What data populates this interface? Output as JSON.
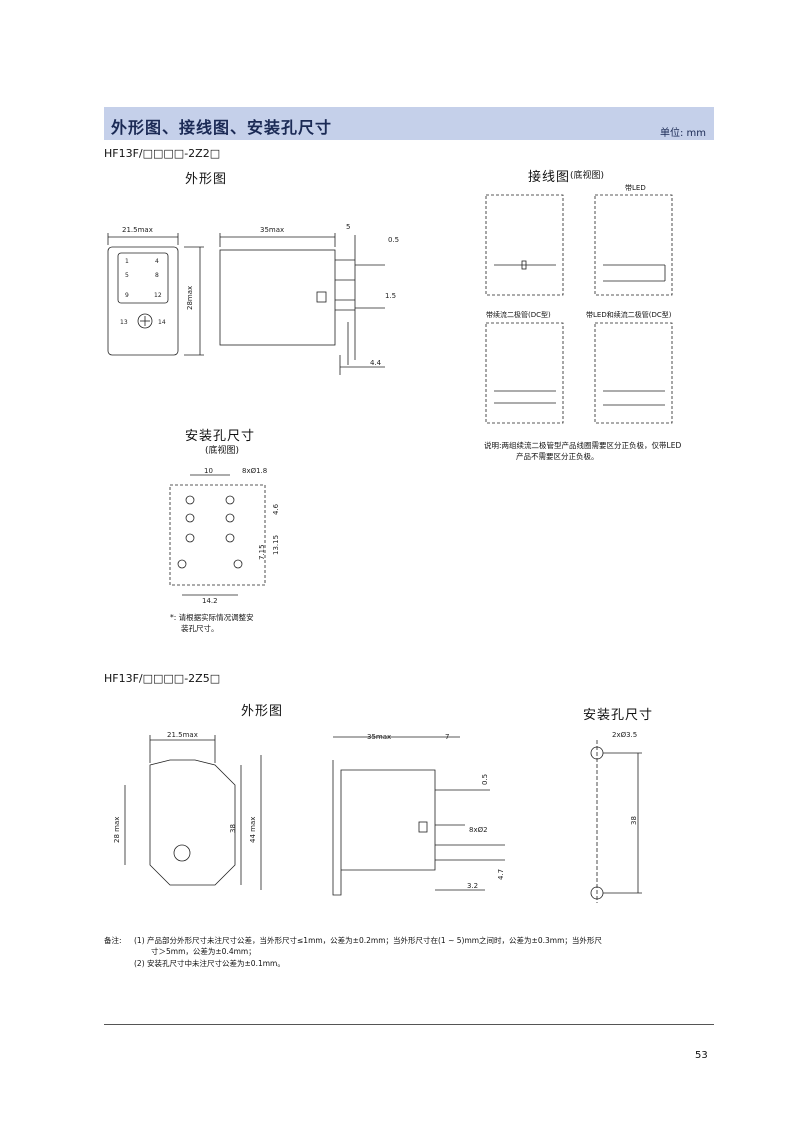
{
  "header": {
    "title": "外形图、接线图、安装孔尺寸",
    "unit": "单位: mm"
  },
  "section1": {
    "model": "HF13F/□□□□-2Z2□",
    "outline_title": "外形图",
    "wiring_title": "接线图",
    "wiring_sub": "(底视图)",
    "wiring_labels": [
      "带LED",
      "带续流二极管(DC型)",
      "带LED和续流二极管(DC型)"
    ],
    "wiring_note_1": "说明:两组续流二极管型产品线圈需要区分正负极，仅带LED",
    "wiring_note_2": "产品不需要区分正负极。",
    "mount_title": "安装孔尺寸",
    "mount_sub": "(底视图)",
    "mount_note_1": "*: 请根据实际情况调整安",
    "mount_note_2": "装孔尺寸。",
    "dims": {
      "w": "21.5max",
      "h": "28max",
      "len": "35max",
      "d5": "5",
      "d05": "0.5",
      "d15": "1.5",
      "d44": "4.4",
      "m10": "10",
      "mhole": "8xØ1.8",
      "m46": "4.6",
      "m1315": "13.15",
      "m715": "7.15",
      "m142": "14.2"
    },
    "pins": [
      "1",
      "4",
      "5",
      "8",
      "9",
      "12",
      "13",
      "14"
    ]
  },
  "section2": {
    "model": "HF13F/□□□□-2Z5□",
    "outline_title": "外形图",
    "mount_title": "安装孔尺寸",
    "dims": {
      "w": "21.5max",
      "h28": "28 max",
      "h38": "38",
      "h44": "44 max",
      "len": "35max",
      "d7": "7",
      "d05": "0.5",
      "pin": "8xØ2",
      "d32": "3.2",
      "d47": "4.7",
      "hole": "2xØ3.5",
      "m38": "38"
    }
  },
  "remarks": {
    "label": "备注:",
    "r1": "(1)  产品部分外形尺寸未注尺寸公差，当外形尺寸≤1mm，公差为±0.2mm；当外形尺寸在(1 ~ 5)mm之间时，公差为±0.3mm；当外形尺",
    "r1b": "寸＞5mm，公差为±0.4mm；",
    "r2": "(2)  安装孔尺寸中未注尺寸公差为±0.1mm。"
  },
  "page_number": "53"
}
